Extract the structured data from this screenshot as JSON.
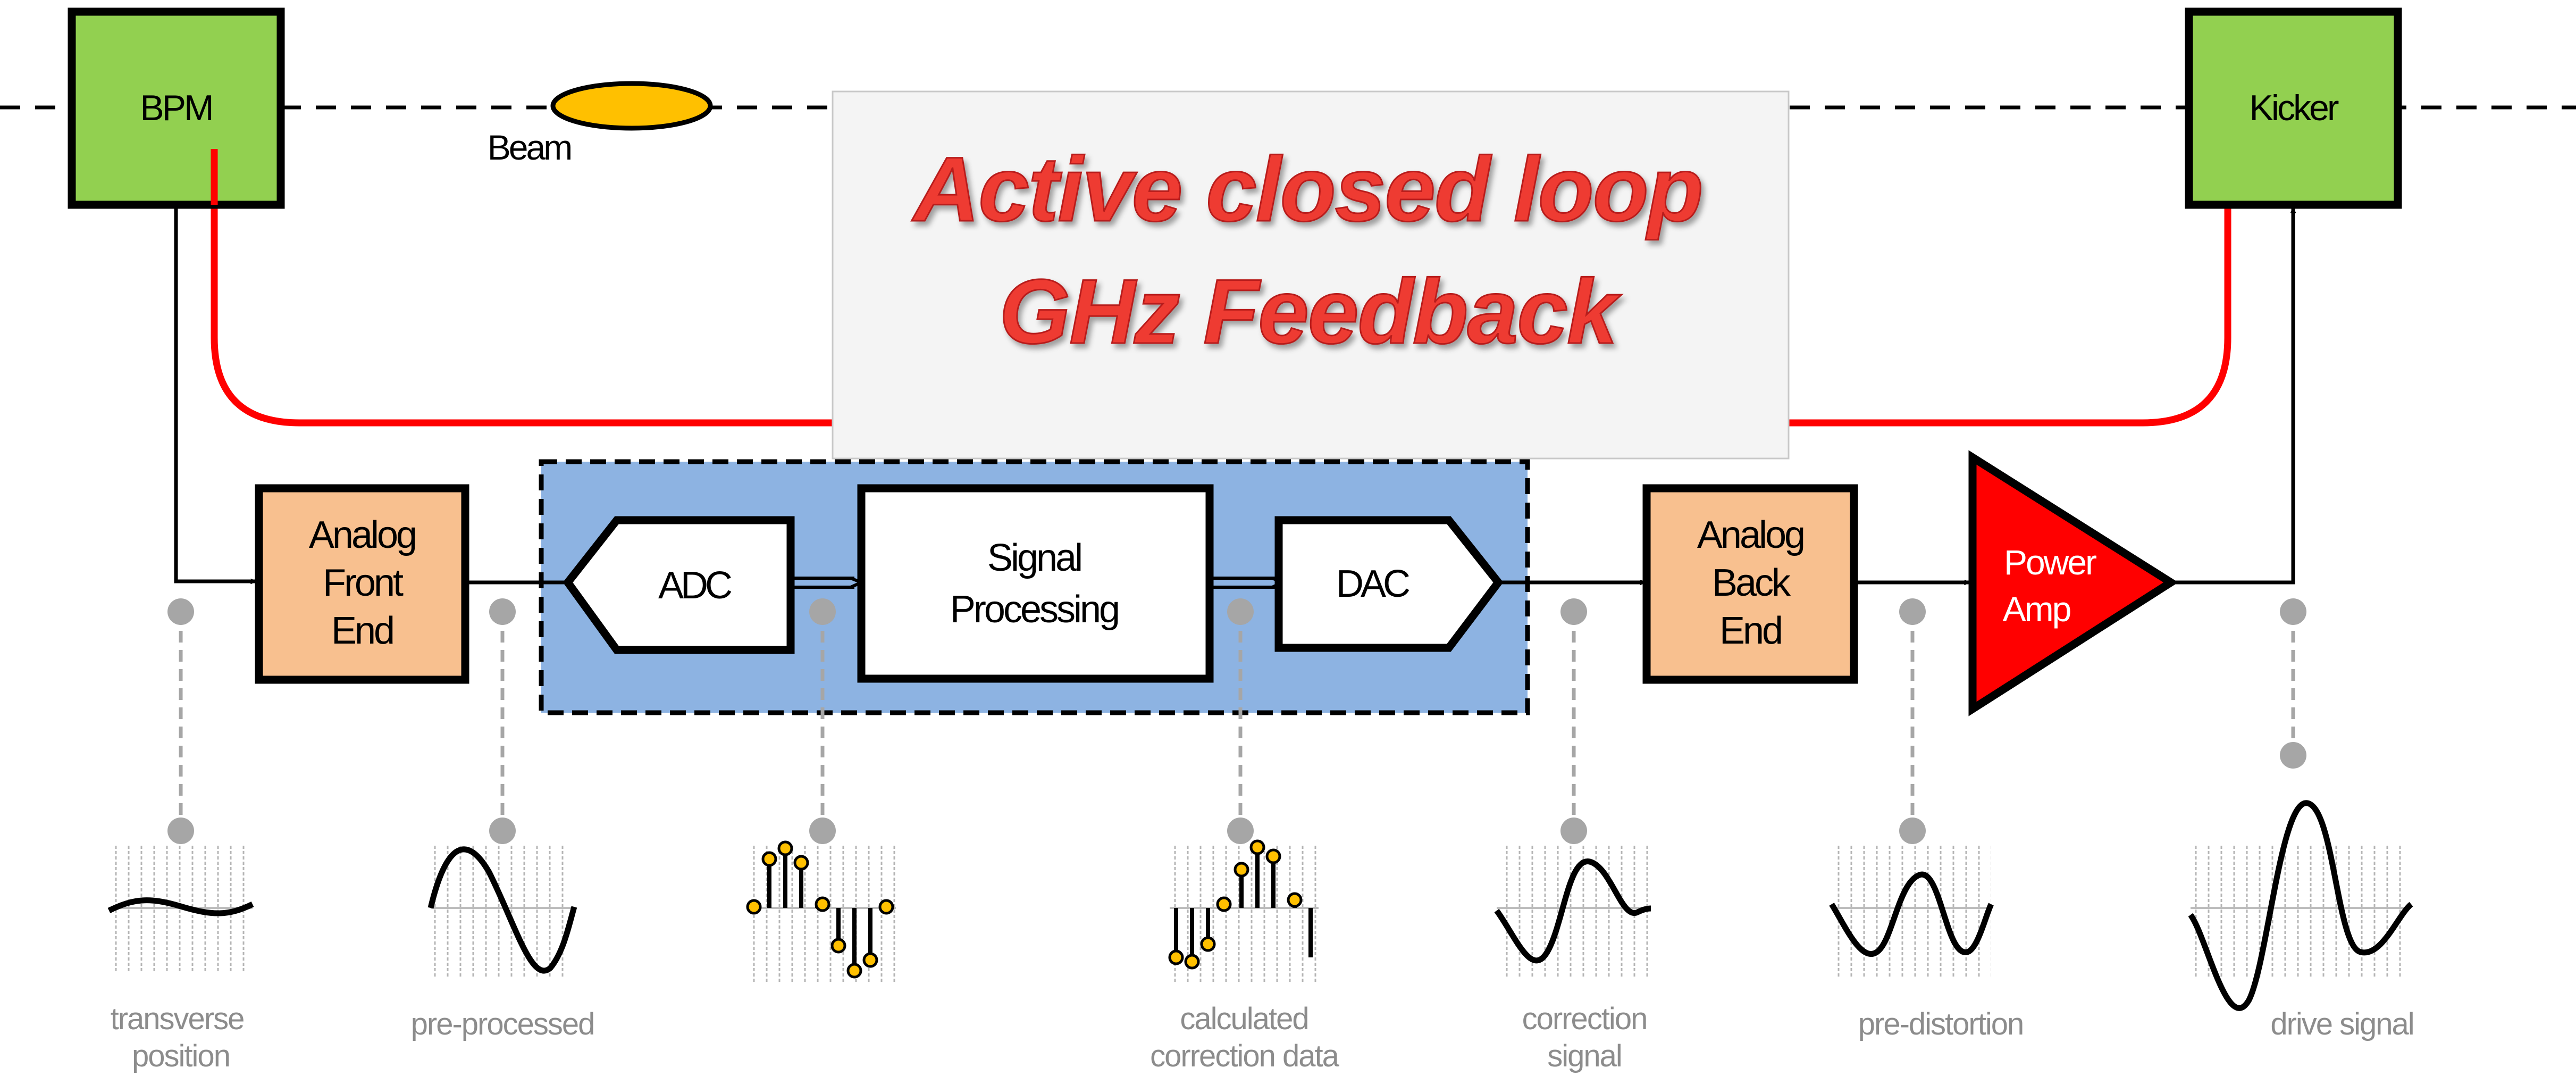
{
  "title": {
    "line1": "Active closed loop",
    "line2": "GHz Feedback"
  },
  "beam_label": "Beam",
  "blocks": {
    "bpm": "BPM",
    "kicker": "Kicker",
    "afe": [
      "Analog",
      "Front",
      "End"
    ],
    "adc": "ADC",
    "signal_processing": [
      "Signal",
      "Processing"
    ],
    "dac": "DAC",
    "abe": [
      "Analog",
      "Back",
      "End"
    ],
    "power_amp": [
      "Power",
      "Amp"
    ]
  },
  "signal_labels": {
    "transverse": [
      "transverse",
      "position"
    ],
    "preprocessed": [
      "pre-processed"
    ],
    "calculated": [
      "calculated",
      "correction data"
    ],
    "correction": [
      "correction",
      "signal"
    ],
    "predistortion": [
      "pre-distortion"
    ],
    "drive": [
      "drive signal"
    ]
  },
  "colors": {
    "block_green": "#92d050",
    "block_orange": "#f8c08f",
    "digital_area_blue": "#8db3e2",
    "power_amp_red": "#ff0000",
    "feedback_path_red": "#ff0000",
    "beam_yellow": "#ffc000",
    "sample_dot_yellow": "#ffc000",
    "probe_grey": "#a6a6a6",
    "title_red": "#ee3a32"
  }
}
